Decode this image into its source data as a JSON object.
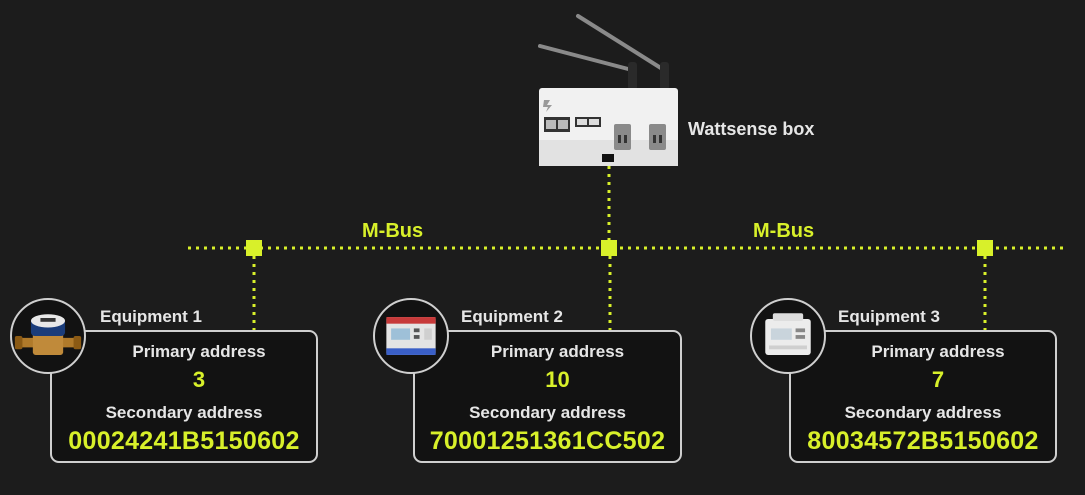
{
  "gateway": {
    "label": "Wattsense box",
    "icon": "wattsense-box-icon"
  },
  "bus": {
    "labels": [
      "M-Bus",
      "M-Bus"
    ]
  },
  "equipment": [
    {
      "name": "Equipment 1",
      "icon": "water-meter-icon",
      "primary_label": "Primary address",
      "primary_value": "3",
      "secondary_label": "Secondary address",
      "secondary_value": "00024241B5150602"
    },
    {
      "name": "Equipment 2",
      "icon": "energy-meter-icon",
      "primary_label": "Primary address",
      "primary_value": "10",
      "secondary_label": "Secondary address",
      "secondary_value": "70001251361CC502"
    },
    {
      "name": "Equipment 3",
      "icon": "din-rail-meter-icon",
      "primary_label": "Primary address",
      "primary_value": "7",
      "secondary_label": "Secondary address",
      "secondary_value": "80034572B5150602"
    }
  ],
  "colors": {
    "background": "#1c1c1c",
    "accent": "#d8f02a",
    "text": "#e6e6e6",
    "border": "#cfcfcf"
  }
}
